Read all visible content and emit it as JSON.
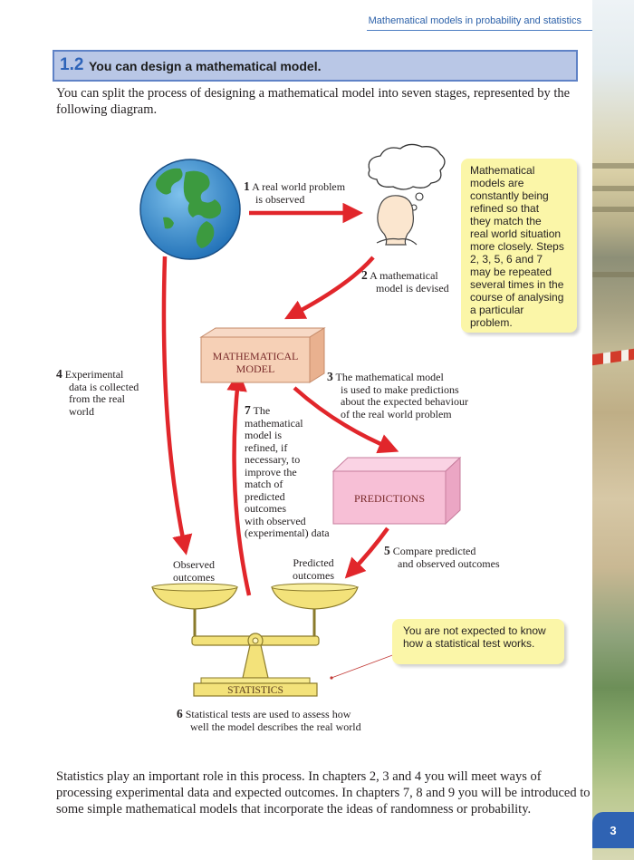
{
  "running_head": "Mathematical models in probability and statistics",
  "section": {
    "number": "1.2",
    "title": "You can design a mathematical model."
  },
  "intro": "You can split the process of designing a mathematical model into seven stages, represented by the following diagram.",
  "diagram": {
    "box_model": {
      "line1": "MATHEMATICAL",
      "line2": "MODEL"
    },
    "box_predictions": "PREDICTIONS",
    "box_statistics": "STATISTICS",
    "steps": [
      {
        "n": "1",
        "lines": [
          "A real world problem",
          "is observed"
        ]
      },
      {
        "n": "2",
        "lines": [
          "A mathematical",
          "model is devised"
        ]
      },
      {
        "n": "3",
        "lines": [
          "The mathematical model",
          "is used to make predictions",
          "about the expected behaviour",
          "of the real world problem"
        ]
      },
      {
        "n": "4",
        "lines": [
          "Experimental",
          "data is collected",
          "from the real",
          "world"
        ]
      },
      {
        "n": "5",
        "lines": [
          "Compare predicted",
          "and observed outcomes"
        ]
      },
      {
        "n": "6",
        "lines": [
          "Statistical tests are used to assess how",
          "well the model describes the real world"
        ]
      },
      {
        "n": "7",
        "lines": [
          "The",
          "mathematical",
          "model is",
          "refined, if",
          "necessary, to",
          "improve the",
          "match of",
          "predicted",
          "outcomes",
          "with observed",
          "(experimental) data"
        ]
      }
    ],
    "observed_pan": [
      "Observed",
      "outcomes"
    ],
    "predicted_pan": [
      "Predicted",
      "outcomes"
    ]
  },
  "notes": {
    "refined": [
      "Mathematical",
      "models are",
      "constantly being",
      "refined so that",
      "they match the",
      "real world situation",
      "more closely.  Steps",
      "2, 3, 5, 6 and 7",
      "may be repeated",
      "several times in the",
      "course of analysing",
      "a particular",
      "problem."
    ],
    "not_expected": [
      "You are not expected to know",
      "how a statistical test works."
    ]
  },
  "closing": "Statistics play an important role in this process. In chapters 2, 3 and 4 you will meet ways of processing experimental data and expected outcomes. In chapters 7, 8 and 9 you will be introduced to some simple mathematical models that incorporate the ideas of randomness or probability.",
  "page_number": "3",
  "colors": {
    "arrow_red": "#e1262b",
    "note_yellow": "#fbf6a8",
    "box_pink": "#f7bfd6",
    "box_peach": "#f6d0b6",
    "heading_blue": "#2d63b8",
    "scale_gold": "#f3e27a"
  }
}
